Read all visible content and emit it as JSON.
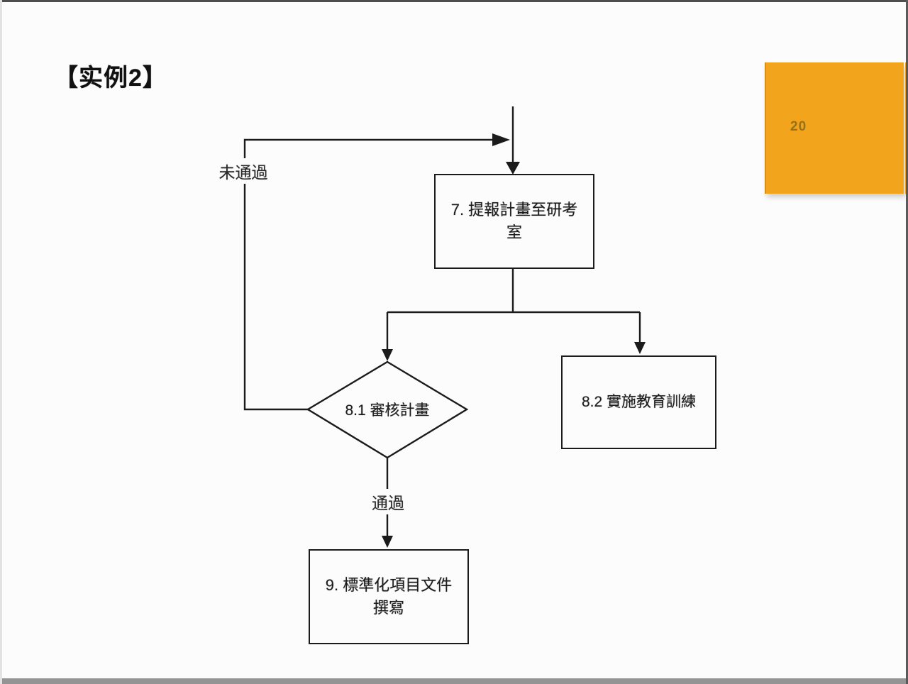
{
  "slide": {
    "title": "【实例2】",
    "page_number": "20"
  },
  "colors": {
    "accent_orange": "#F2A41C",
    "line_black": "#1b1b1b"
  },
  "flowchart": {
    "nodes": [
      {
        "id": "step-7",
        "type": "process",
        "label": "7. 提報計畫至研考室"
      },
      {
        "id": "step-8-1",
        "type": "decision",
        "label": "8.1 審核計畫"
      },
      {
        "id": "step-8-2",
        "type": "process",
        "label": "8.2 實施教育訓練"
      },
      {
        "id": "step-9",
        "type": "process",
        "label": "9. 標準化項目文件撰寫"
      }
    ],
    "edge_labels": {
      "reject": "未通過",
      "approve": "通過"
    }
  }
}
